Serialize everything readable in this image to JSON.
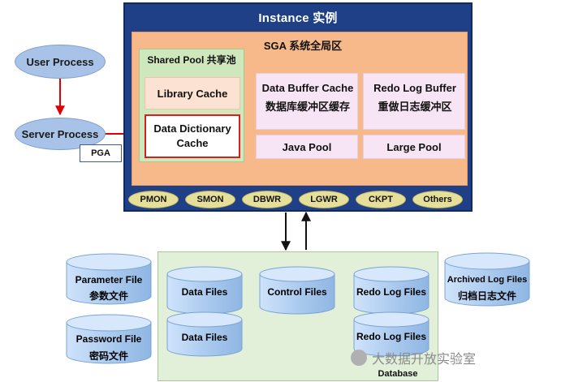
{
  "instance": {
    "title": "Instance 实例"
  },
  "sga": {
    "title": "SGA 系统全局区"
  },
  "shared_pool": {
    "title": "Shared Pool 共享池",
    "library_cache": "Library Cache",
    "data_dictionary_cache": "Data Dictionary Cache"
  },
  "buffers": {
    "data_buffer_cache": {
      "en": "Data Buffer Cache",
      "zh": "数据库缓冲区缓存"
    },
    "redo_log_buffer": {
      "en": "Redo Log Buffer",
      "zh": "重做日志缓冲区"
    },
    "java_pool": "Java Pool",
    "large_pool": "Large Pool"
  },
  "processes": [
    "PMON",
    "SMON",
    "DBWR",
    "LGWR",
    "CKPT",
    "Others"
  ],
  "left": {
    "user_process": "User Process",
    "server_process": "Server Process",
    "pga": "PGA"
  },
  "outside_files": {
    "parameter": {
      "en": "Parameter File",
      "zh": "参数文件"
    },
    "password": {
      "en": "Password File",
      "zh": "密码文件"
    },
    "archived": {
      "en": "Archived Log Files",
      "zh": "归档日志文件"
    }
  },
  "database": {
    "label": "Database",
    "files": {
      "data1": "Data Files",
      "data2": "Data Files",
      "control": "Control Files",
      "redo1": "Redo Log Files",
      "redo2": "Redo Log Files"
    }
  },
  "watermark": {
    "text": "大数据开放实验室"
  },
  "colors": {
    "instance_bg": "#1f3f86",
    "sga_bg": "#f7b98a",
    "shared_bg": "#cfe7bd",
    "cache_bg": "#fbe2d3",
    "dd_border": "#d61f1f",
    "buffer_bg": "#f7e5f5",
    "process_bg": "#e6df9a",
    "database_bg": "#e2f0da",
    "cylinder_fill": "#a9c9ee",
    "arrow_red": "#e00000",
    "ellipse_fill": "#a9c3e8"
  }
}
